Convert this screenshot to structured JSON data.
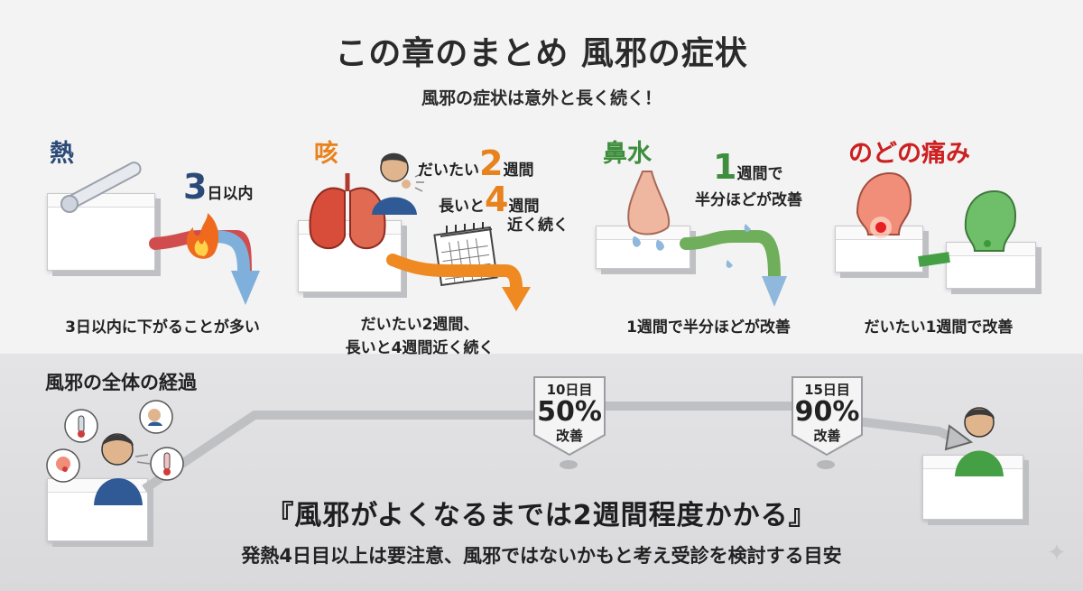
{
  "header": {
    "title": "この章のまとめ 風邪の症状",
    "subtitle": "風邪の症状は意外と長く続く！"
  },
  "fever": {
    "title": "熱",
    "big_num": "3",
    "num_suffix": "日以内",
    "caption": "3日以内に下がることが多い",
    "color": "#2b4a78"
  },
  "cough": {
    "title": "咳",
    "line1_prefix": "だいたい",
    "line1_num": "2",
    "line1_suffix": "週間",
    "line2_prefix": "長いと",
    "line2_num": "4",
    "line2_suffix": "週間",
    "line3": "近く続く",
    "caption_line1": "だいたい2週間、",
    "caption_line2": "長いと4週間近く続く",
    "color": "#e8821e"
  },
  "runny_nose": {
    "title": "鼻水",
    "big_num": "1",
    "num_suffix": "週間で",
    "note_line2": "半分ほどが改善",
    "caption": "1週間で半分ほどが改善",
    "color": "#3e8e3e"
  },
  "sore_throat": {
    "title": "のどの痛み",
    "caption": "だいたい1週間で改善",
    "color": "#cc2020"
  },
  "timeline": {
    "heading": "風邪の全体の経過",
    "milestones": [
      {
        "day": "10日目",
        "percent": "50%",
        "label": "改善"
      },
      {
        "day": "15日目",
        "percent": "90%",
        "label": "改善"
      }
    ]
  },
  "summary": {
    "quote": "『風邪がよくなるまでは2週間程度かかる』",
    "note": "発熱4日目以上は要注意、風邪ではないかもと考え受診を検討する目安"
  }
}
